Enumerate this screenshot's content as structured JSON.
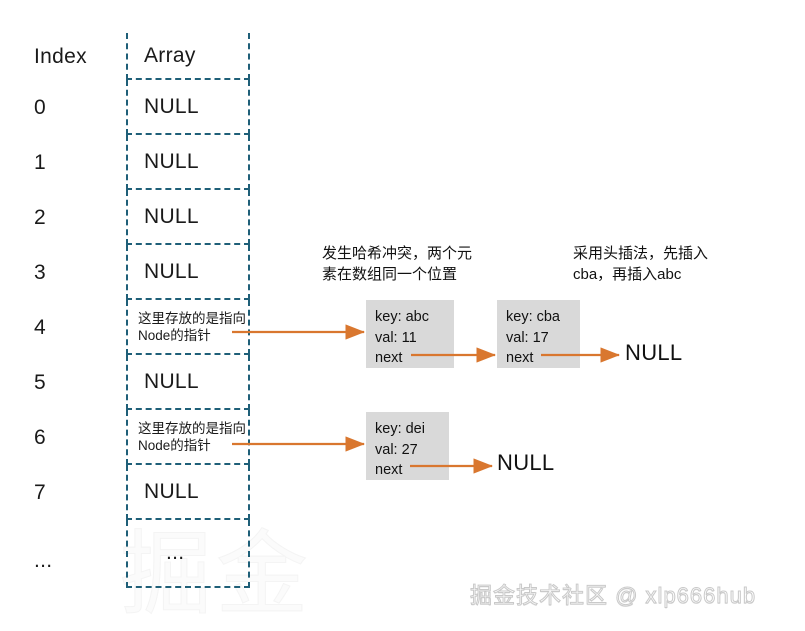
{
  "diagram": {
    "title": "HashMap array + linked list (head insertion) illustration",
    "colors": {
      "table_border": "#1f5f78",
      "arrow": "#d9772f",
      "node_fill": "#d9d9d9",
      "text": "#111111",
      "background": "#ffffff"
    },
    "table": {
      "index_header": "Index",
      "array_header": "Array",
      "rows": [
        {
          "index": "0",
          "value": "NULL",
          "kind": "null"
        },
        {
          "index": "1",
          "value": "NULL",
          "kind": "null"
        },
        {
          "index": "2",
          "value": "NULL",
          "kind": "null"
        },
        {
          "index": "3",
          "value": "NULL",
          "kind": "null"
        },
        {
          "index": "4",
          "value": "这里存放的是指向Node的指针",
          "kind": "pointer"
        },
        {
          "index": "5",
          "value": "NULL",
          "kind": "null"
        },
        {
          "index": "6",
          "value": "这里存放的是指向Node的指针",
          "kind": "pointer"
        },
        {
          "index": "7",
          "value": "NULL",
          "kind": "null"
        },
        {
          "index": "...",
          "value": "...",
          "kind": "ellipsis"
        }
      ]
    },
    "annotations": [
      {
        "id": "collision",
        "text": "发生哈希冲突，两个元\n素在数组同一个位置"
      },
      {
        "id": "head-insert",
        "text": "采用头插法，先插入\ncba，再插入abc"
      }
    ],
    "chain_bucket4": {
      "nodes": [
        {
          "key_line": "key: abc",
          "val_line": "val: 11",
          "next_line": "next",
          "key": "abc",
          "val": "11"
        },
        {
          "key_line": "key: cba",
          "val_line": "val: 17",
          "next_line": "next",
          "key": "cba",
          "val": "17"
        }
      ],
      "terminator": "NULL"
    },
    "chain_bucket6": {
      "nodes": [
        {
          "key_line": "key: dei",
          "val_line": "val: 27",
          "next_line": "next",
          "key": "dei",
          "val": "27"
        }
      ],
      "terminator": "NULL"
    },
    "watermark": {
      "text": "掘金技术社区 @ xlp666hub",
      "background_text": "掘金"
    }
  }
}
